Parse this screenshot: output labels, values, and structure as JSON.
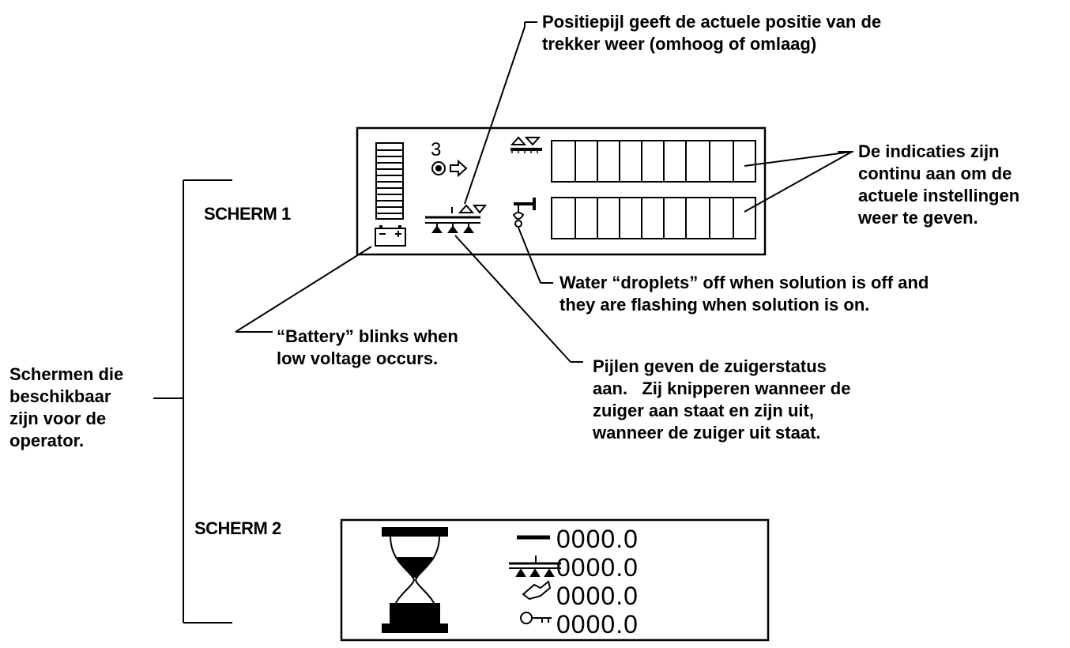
{
  "labels": {
    "position_arrow_line1": "Positiepijl geeft de actuele positie van de",
    "position_arrow_line2": "trekker weer (omhoog of omlaag)",
    "indications_line1": "De indicaties zijn",
    "indications_line2": "continu aan om de",
    "indications_line3": "actuele instellingen",
    "indications_line4": "weer te geven.",
    "water_line1": "Water “droplets” off when solution is off and",
    "water_line2": "they are flashing when solution is on.",
    "battery_line1": "“Battery” blinks when",
    "battery_line2": "low voltage occurs.",
    "brush_line1": "Pijlen geven de zuigerstatus",
    "brush_line2": "aan.   Zij knipperen wanneer de",
    "brush_line3": "zuiger aan staat en zijn uit,",
    "brush_line4": "wanneer de zuiger uit staat.",
    "screens_line1": "Schermen die",
    "screens_line2": "beschikbaar",
    "screens_line3": "zijn voor de",
    "screens_line4": "operator."
  },
  "screen1": {
    "label": "SCHERM 1",
    "speed_number": "3"
  },
  "screen2": {
    "label": "SCHERM 2",
    "readouts": [
      "0000.0",
      "0000.0",
      "0000.0",
      "0000.0"
    ]
  }
}
